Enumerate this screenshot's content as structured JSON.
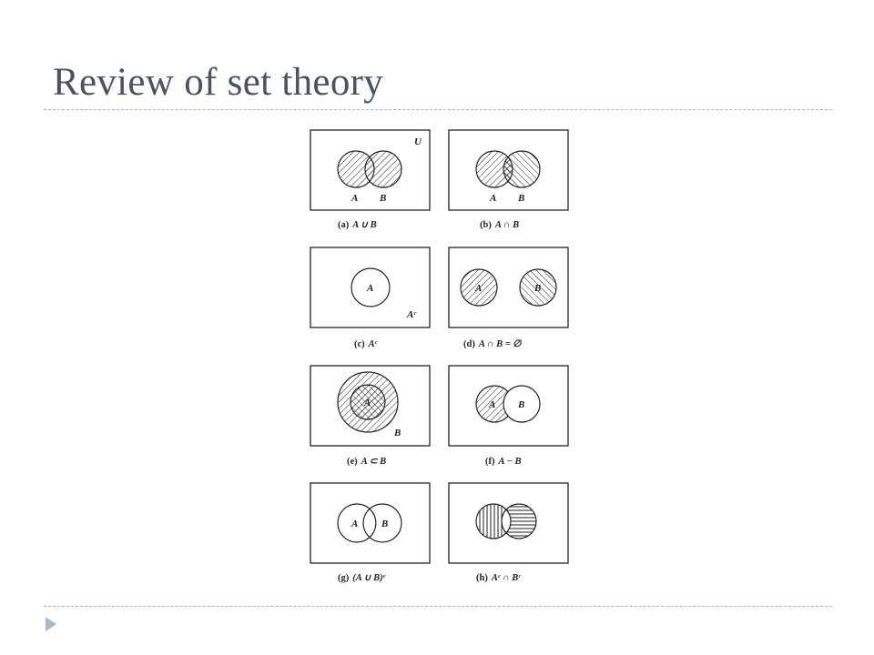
{
  "slide": {
    "title": "Review of set theory",
    "accent_color": "#4b5263",
    "rule_color": "#9fb7c7",
    "bullet_icon": "triangle-right",
    "bullet_color": "#aab9c4"
  },
  "figure": {
    "panels": [
      {
        "id": "a",
        "caption_label": "(a)",
        "caption_text": "A ∪ B",
        "labels": {
          "set1": "A",
          "set2": "B",
          "universe": "U"
        }
      },
      {
        "id": "b",
        "caption_label": "(b)",
        "caption_text": "A ∩ B",
        "labels": {
          "set1": "A",
          "set2": "B"
        }
      },
      {
        "id": "c",
        "caption_label": "(c)",
        "caption_text": "Aᶜ",
        "labels": {
          "set1": "A",
          "complement": "Aᶜ"
        }
      },
      {
        "id": "d",
        "caption_label": "(d)",
        "caption_text": "A ∩ B = ∅",
        "labels": {
          "set1": "A",
          "set2": "B"
        }
      },
      {
        "id": "e",
        "caption_label": "(e)",
        "caption_text": "A ⊂ B",
        "labels": {
          "set1": "A",
          "set2": "B"
        }
      },
      {
        "id": "f",
        "caption_label": "(f)",
        "caption_text": "A − B",
        "labels": {
          "set1": "A",
          "set2": "B"
        }
      },
      {
        "id": "g",
        "caption_label": "(g)",
        "caption_text": "(A ∪ B)ᶜ",
        "labels": {
          "set1": "A",
          "set2": "B"
        }
      },
      {
        "id": "h",
        "caption_label": "(h)",
        "caption_text": "Aᶜ ∩ Bᶜ",
        "labels": {}
      }
    ]
  }
}
